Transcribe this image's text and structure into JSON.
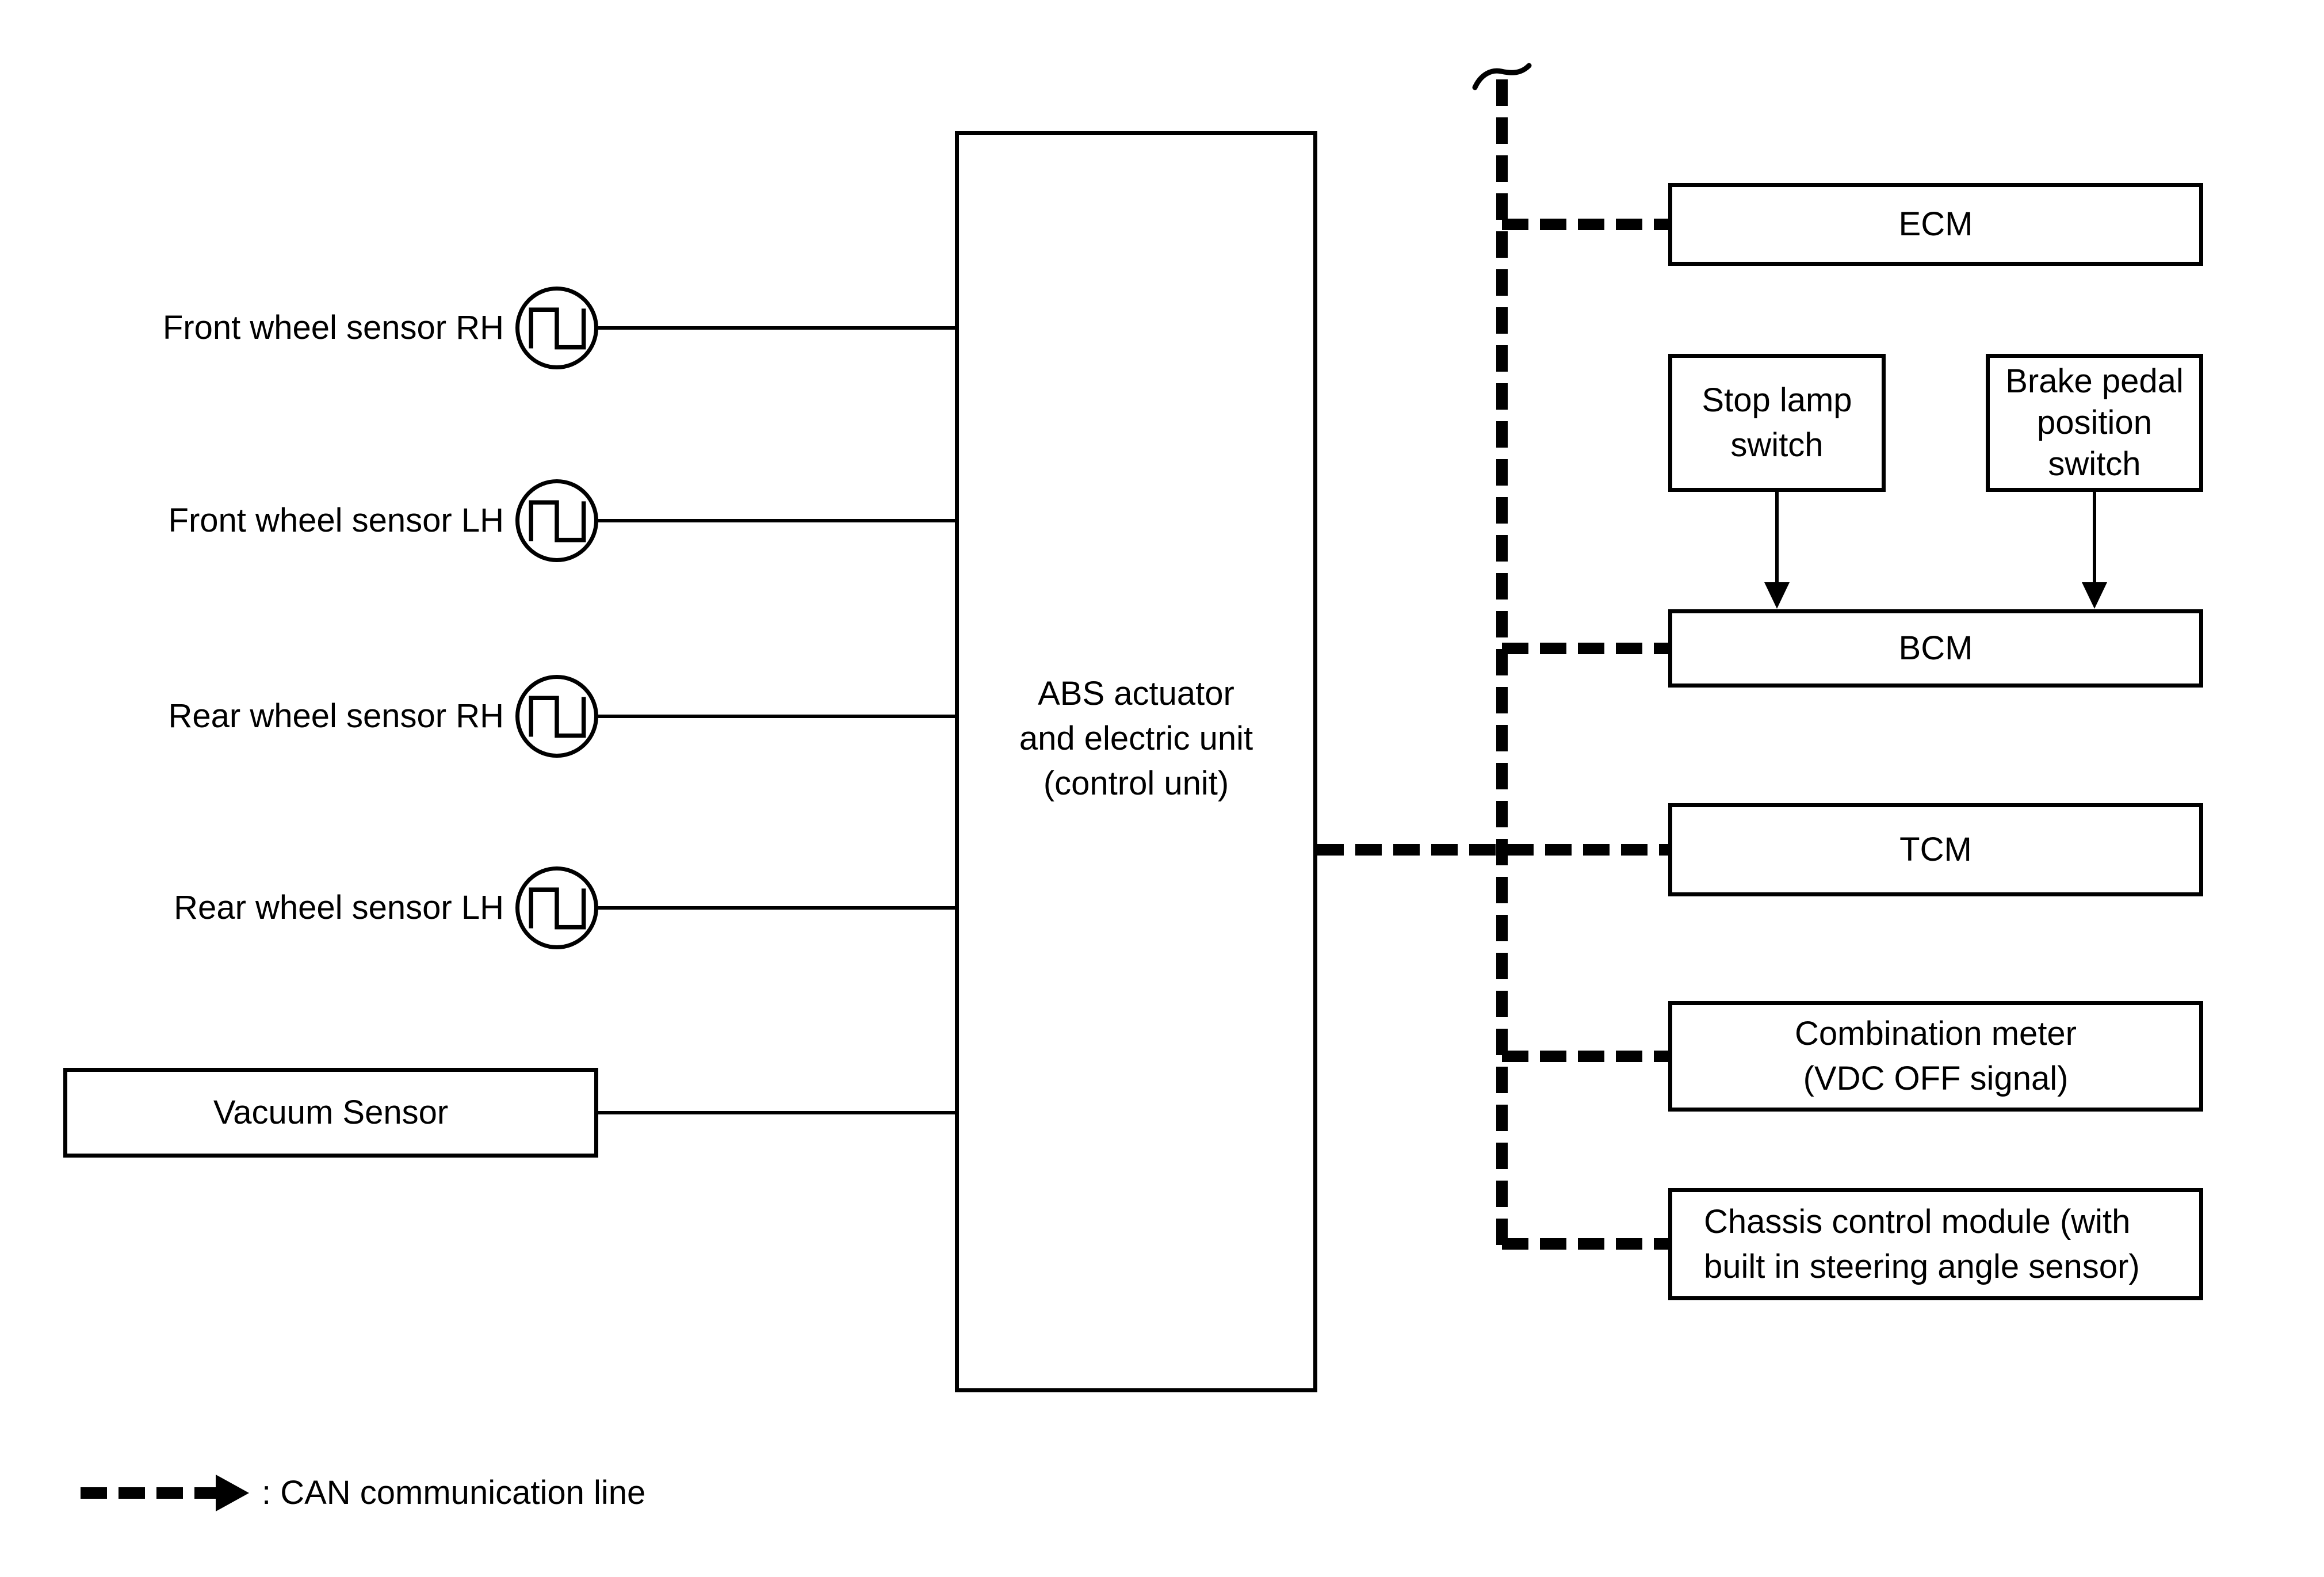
{
  "colors": {
    "line_color": "#000000",
    "background": "#ffffff"
  },
  "sensors": [
    {
      "label": "Front wheel sensor RH"
    },
    {
      "label": "Front wheel sensor LH"
    },
    {
      "label": "Rear wheel sensor RH"
    },
    {
      "label": "Rear wheel sensor LH"
    }
  ],
  "vacuum_sensor": {
    "label": "Vacuum Sensor"
  },
  "abs_unit": {
    "line1": "ABS actuator",
    "line2": "and electric unit",
    "line3": "(control unit)"
  },
  "switches": {
    "stop_lamp": {
      "line1": "Stop lamp",
      "line2": "switch"
    },
    "brake_pedal": {
      "line1": "Brake pedal",
      "line2": "position",
      "line3": "switch"
    }
  },
  "modules": {
    "ecm": {
      "label": "ECM"
    },
    "bcm": {
      "label": "BCM"
    },
    "tcm": {
      "label": "TCM"
    },
    "combination_meter": {
      "line1": "Combination meter",
      "line2": "(VDC OFF signal)"
    },
    "chassis_control": {
      "line1": "Chassis control module (with",
      "line2": "built in steering angle sensor)"
    }
  },
  "legend": {
    "label": ": CAN communication line"
  }
}
